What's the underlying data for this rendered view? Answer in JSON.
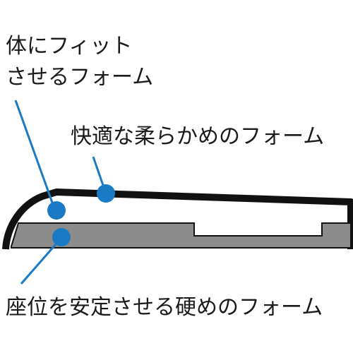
{
  "labels": {
    "fit_foam": [
      "体にフィット",
      "させるフォーム"
    ],
    "soft_foam": "快適な柔らかめのフォーム",
    "hard_foam": "座位を安定させる硬めのフォーム"
  },
  "colors": {
    "marker": "#1a7ac4",
    "outline": "#111111",
    "hard_foam_fill": "#8c8c8c",
    "background": "#ffffff",
    "text": "#1a1a1a"
  }
}
